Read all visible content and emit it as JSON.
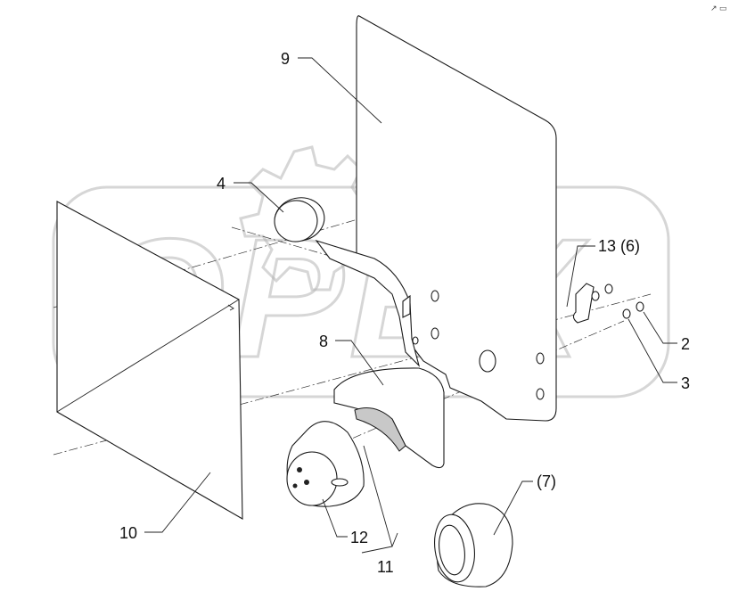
{
  "watermark": {
    "text": "OPEX"
  },
  "corner_mark": "↗ ▭",
  "callouts": {
    "c9": "9",
    "c4": "4",
    "c13": "13 (6)",
    "c8": "8",
    "c2": "2",
    "c3": "3",
    "c7": "(7)",
    "c10": "10",
    "c12": "12",
    "c11": "11"
  }
}
